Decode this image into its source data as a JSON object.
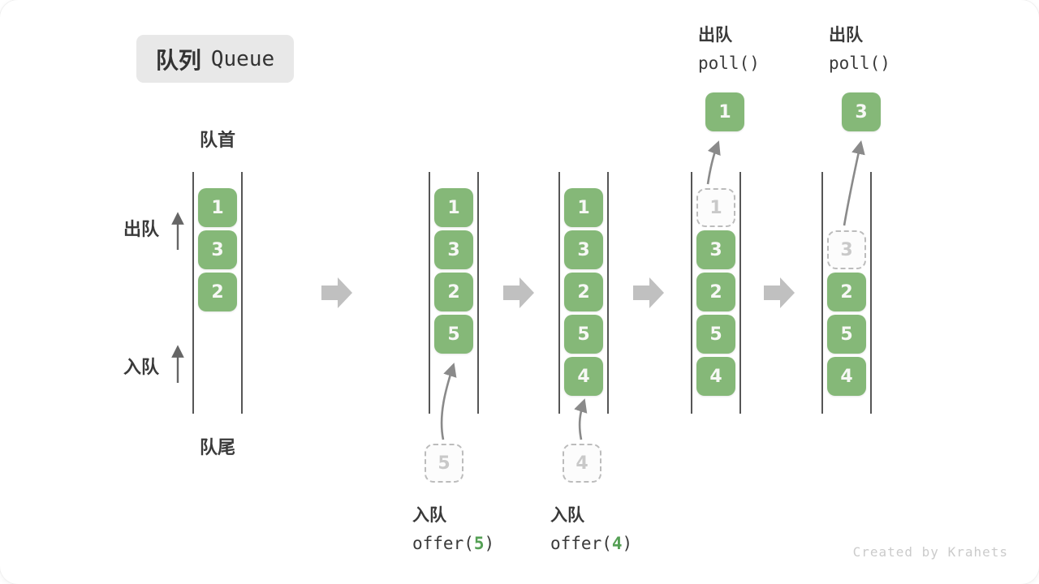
{
  "title": {
    "zh": "队列",
    "en": "Queue"
  },
  "labels": {
    "front": "队首",
    "rear": "队尾",
    "dequeue": "出队",
    "enqueue": "入队"
  },
  "queues": [
    {
      "boxes": [
        {
          "value": "1"
        },
        {
          "value": "3"
        },
        {
          "value": "2"
        }
      ]
    },
    {
      "boxes": [
        {
          "value": "1"
        },
        {
          "value": "3"
        },
        {
          "value": "2"
        },
        {
          "value": "5"
        }
      ]
    },
    {
      "boxes": [
        {
          "value": "1"
        },
        {
          "value": "3"
        },
        {
          "value": "2"
        },
        {
          "value": "5"
        },
        {
          "value": "4"
        }
      ]
    },
    {
      "boxes": [
        {
          "value": "1",
          "removed": true
        },
        {
          "value": "3"
        },
        {
          "value": "2"
        },
        {
          "value": "5"
        },
        {
          "value": "4"
        }
      ]
    },
    {
      "boxes": [
        {
          "value": "3",
          "removed": true
        },
        {
          "value": "2"
        },
        {
          "value": "5"
        },
        {
          "value": "4"
        }
      ]
    }
  ],
  "operations": {
    "enqueue5": {
      "label": "入队",
      "fn_open": "offer(",
      "arg": "5",
      "fn_close": ")",
      "pending_value": "5"
    },
    "enqueue4": {
      "label": "入队",
      "fn_open": "offer(",
      "arg": "4",
      "fn_close": ")",
      "pending_value": "4"
    },
    "dequeue1": {
      "label": "出队",
      "fn": "poll()",
      "result_value": "1"
    },
    "dequeue3": {
      "label": "出队",
      "fn": "poll()",
      "result_value": "3"
    }
  },
  "colors": {
    "box_green": "#85b878",
    "box_text": "#f7f8f5",
    "accent_green": "#55a055",
    "dashed_border": "#bcbcbc",
    "wall_dark": "#565656",
    "flow_arrow_gray": "#c0c0c0",
    "label_dark": "#3a3a3a",
    "watermark_gray": "#cbcbcb"
  },
  "watermark": "Created by Krahets"
}
